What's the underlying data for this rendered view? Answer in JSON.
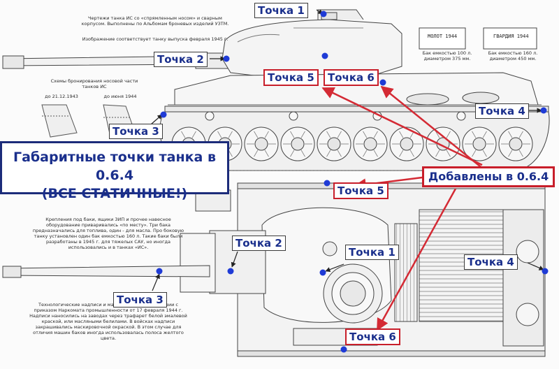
{
  "title": {
    "line1": "Габаритные точки танка в 0.6.4",
    "line2": "(ВСЕ СТАТИЧНЫЕ!)"
  },
  "added_note": "Добавлены в 0.6.4",
  "labels": {
    "side_p1": "Точка 1",
    "side_p2": "Точка 2",
    "side_p3": "Точка 3",
    "side_p4": "Точка 4",
    "side_p5": "Точка 5",
    "side_p6": "Точка 6",
    "top_p1": "Точка 1",
    "top_p2": "Точка 2",
    "top_p3": "Точка 3",
    "top_p4": "Точка 4",
    "top_p5": "Точка 5",
    "top_p6": "Точка 6"
  },
  "blueprint_text": {
    "header": "Чертежи танка ИС со «спрямленным носом» и сварным корпусом. Выполнены по Альбомам броневых изделий УЗТМ.",
    "header2": "Изображение соответствует танку выпуска февраля 1945 г.",
    "armor_title": "Схемы бронирования носовой части танков ИС",
    "armor_from": "до 21.12.1943",
    "armor_to": "до июня 1944",
    "tank100": "Бак емкостью 100 л. диаметром 375 мм.",
    "tank160": "Бак емкостью 160 л. диаметром 450 мм.",
    "plate1": "МОЛОТ 1944",
    "plate2": "ГВАРДИЯ 1944",
    "para1": "Крепления под баки, ящики ЗИП и прочее навесное оборудование приваривались «по месту». Три бака предназначались для топлива, один - для масла. Про боковую танку установлен один бак емкостью 160 л. Такие баки были разработаны в 1945 г. для тяжелых САУ, но иногда использовались и в танках «ИС».",
    "para2": "Технологические надписи и маркировка в соответствии с приказом Наркомата промышленности от 17 февраля 1944 г. Надписи наносились на заводах через трафарет белой эмалевой краской, или масляными белилами. В войсках надписи закрашивались маскировочной окраской. В этом случае для отличия машин баков иногда использовалась полоса желтого цвета."
  },
  "colors": {
    "point": "#1f3bd6",
    "arrow_red": "#d42a34",
    "label_text": "#1a2f8c",
    "line": "#3a3a3a"
  }
}
